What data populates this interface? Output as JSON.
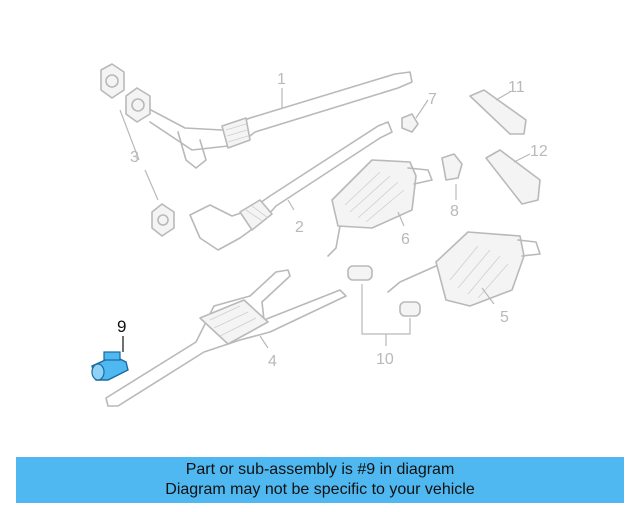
{
  "diagram": {
    "callouts": {
      "c1": "1",
      "c2": "2",
      "c3": "3",
      "c4": "4",
      "c5": "5",
      "c6": "6",
      "c7": "7",
      "c8": "8",
      "c9": "9",
      "c10": "10",
      "c11": "11",
      "c12": "12"
    },
    "highlight_color": "#4fb8f0"
  },
  "banner": {
    "line1": "Part or sub-assembly is #9 in diagram",
    "line2": "Diagram may not be specific to your vehicle",
    "color": "#4fb8f0"
  }
}
